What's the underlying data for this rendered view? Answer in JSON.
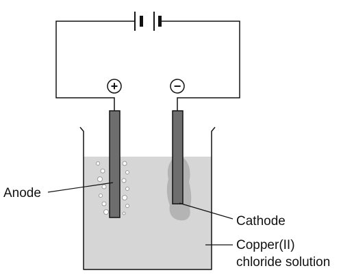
{
  "labels": {
    "anode": "Anode",
    "cathode": "Cathode",
    "solution_line1": "Copper(II)",
    "solution_line2": "chloride solution"
  },
  "terminals": {
    "positive": "+",
    "negative": "−"
  },
  "colors": {
    "solution": "#d6d6d6",
    "electrode": "#6e6e6e",
    "copper_deposit": "#b4b4b4",
    "outline": "#111111"
  }
}
